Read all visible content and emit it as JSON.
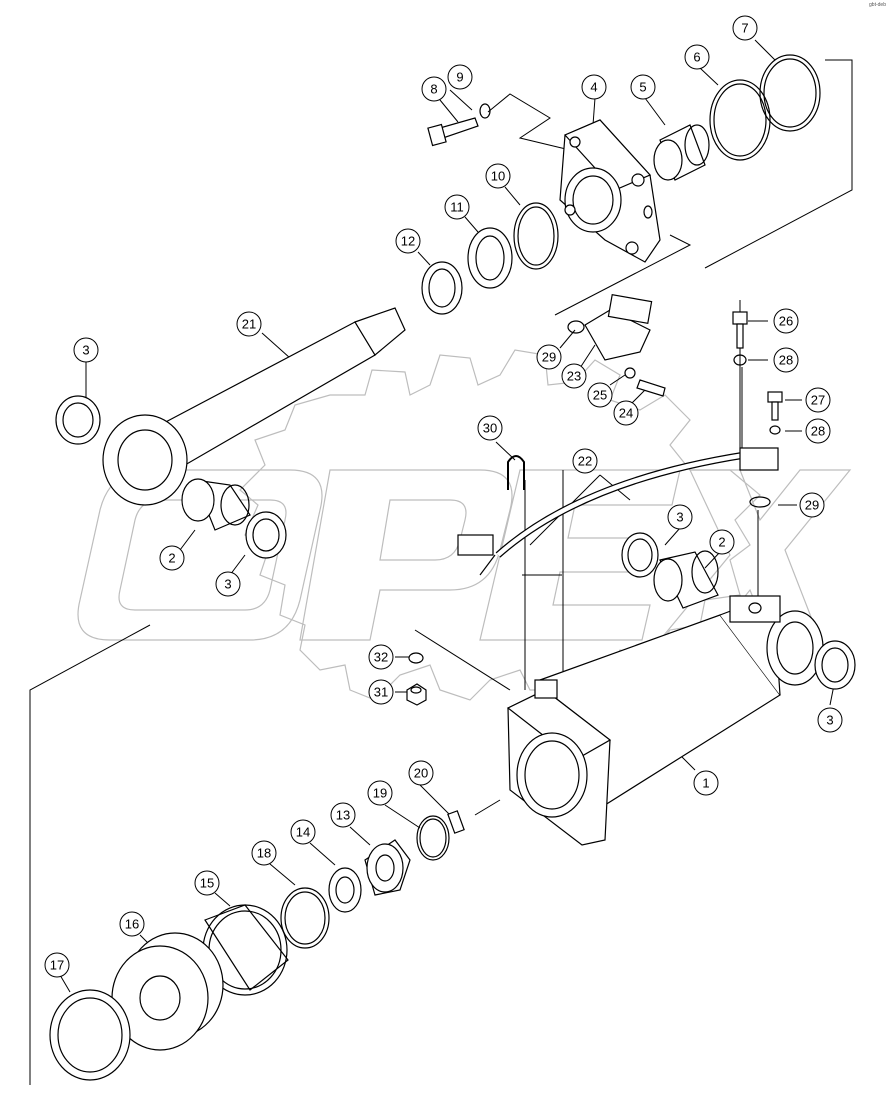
{
  "corner_code": "gbt-deb",
  "watermark": "OPEX",
  "callouts": [
    {
      "id": "c8",
      "label": "8"
    },
    {
      "id": "c9",
      "label": "9"
    },
    {
      "id": "c4",
      "label": "4"
    },
    {
      "id": "c5",
      "label": "5"
    },
    {
      "id": "c6",
      "label": "6"
    },
    {
      "id": "c7",
      "label": "7"
    },
    {
      "id": "c10",
      "label": "10"
    },
    {
      "id": "c11",
      "label": "11"
    },
    {
      "id": "c12",
      "label": "12"
    },
    {
      "id": "c21",
      "label": "21"
    },
    {
      "id": "c3a",
      "label": "3"
    },
    {
      "id": "c26",
      "label": "26"
    },
    {
      "id": "c28a",
      "label": "28"
    },
    {
      "id": "c29a",
      "label": "29"
    },
    {
      "id": "c23",
      "label": "23"
    },
    {
      "id": "c25",
      "label": "25"
    },
    {
      "id": "c24",
      "label": "24"
    },
    {
      "id": "c27",
      "label": "27"
    },
    {
      "id": "c28b",
      "label": "28"
    },
    {
      "id": "c30",
      "label": "30"
    },
    {
      "id": "c22",
      "label": "22"
    },
    {
      "id": "c29b",
      "label": "29"
    },
    {
      "id": "c2a",
      "label": "2"
    },
    {
      "id": "c3b",
      "label": "3"
    },
    {
      "id": "c3c",
      "label": "3"
    },
    {
      "id": "c2b",
      "label": "2"
    },
    {
      "id": "c32",
      "label": "32"
    },
    {
      "id": "c31",
      "label": "31"
    },
    {
      "id": "c3d",
      "label": "3"
    },
    {
      "id": "c1",
      "label": "1"
    },
    {
      "id": "c20",
      "label": "20"
    },
    {
      "id": "c19",
      "label": "19"
    },
    {
      "id": "c13",
      "label": "13"
    },
    {
      "id": "c14",
      "label": "14"
    },
    {
      "id": "c18",
      "label": "18"
    },
    {
      "id": "c15",
      "label": "15"
    },
    {
      "id": "c16",
      "label": "16"
    },
    {
      "id": "c17",
      "label": "17"
    }
  ]
}
